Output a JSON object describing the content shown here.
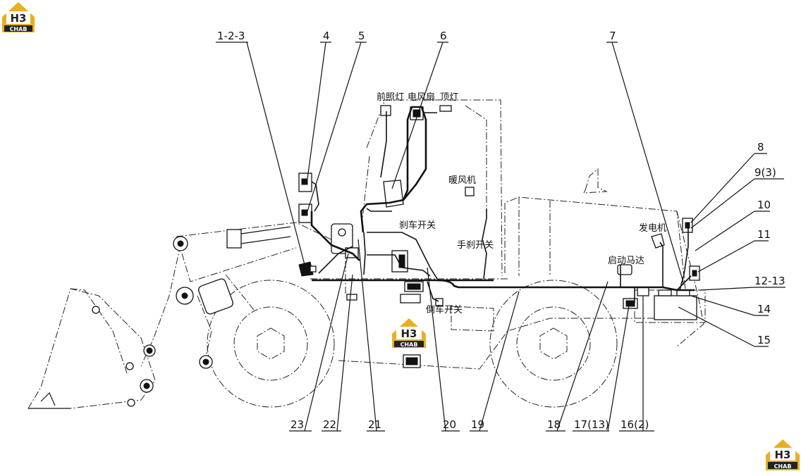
{
  "logos": {
    "brand_top": "H3",
    "brand_bottom": "CHAB"
  },
  "callouts": {
    "top": [
      "1-2-3",
      "4",
      "5",
      "6",
      "7"
    ],
    "right": [
      "8",
      "9(3)",
      "10",
      "11",
      "12-13",
      "14",
      "15"
    ],
    "bottom": [
      "23",
      "22",
      "21",
      "20",
      "19",
      "18",
      "17(13)",
      "16(2)"
    ]
  },
  "component_labels": {
    "headlight": "前照灯",
    "fan": "电风扇",
    "dome_light": "顶灯",
    "heater": "暖风机",
    "brake_switch": "刹车开关",
    "handbrake_switch": "手刹开关",
    "generator": "发电机",
    "starter_motor": "启动马达",
    "reverse_switch": "倒车开关"
  }
}
